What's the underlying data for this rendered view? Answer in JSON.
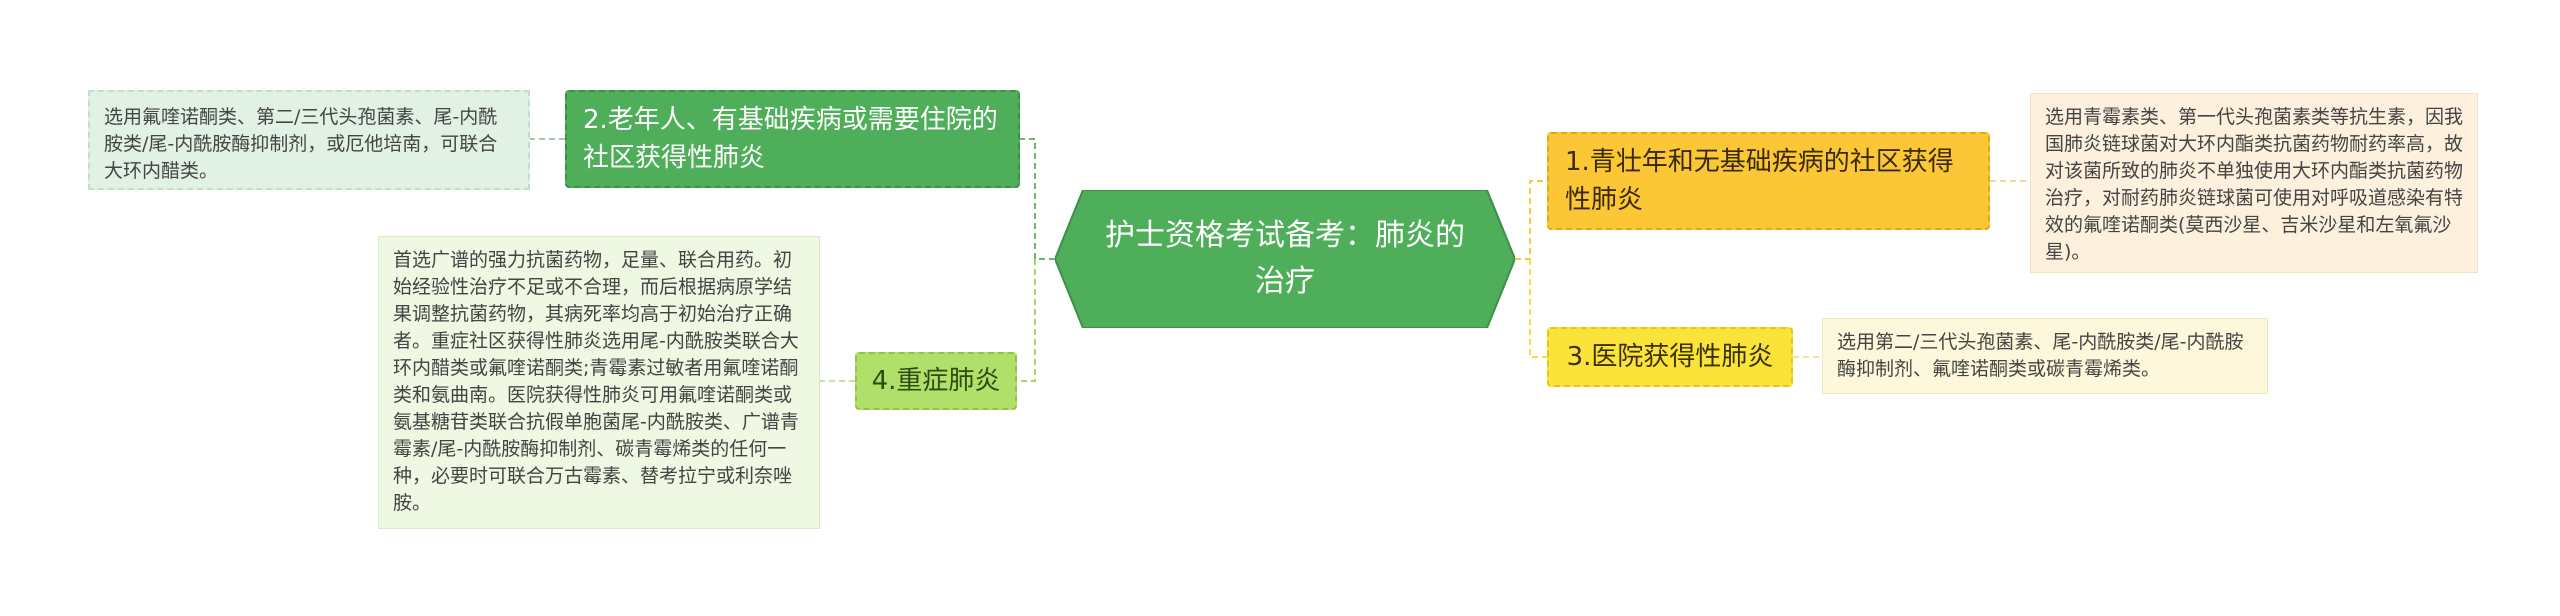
{
  "title": "护士资格考试备考：肺炎的治疗",
  "branches": {
    "community_young": {
      "label": "1.青壮年和无基础疾病的社区获得性肺炎",
      "detail": "选用青霉素类、第一代头孢菌素类等抗生素，因我国肺炎链球菌对大环内酯类抗菌药物耐药率高，故对该菌所致的肺炎不单独使用大环内酯类抗菌药物治疗，对耐药肺炎链球菌可使用对呼吸道感染有特效的氟喹诺酮类(莫西沙星、吉米沙星和左氧氟沙星)。"
    },
    "elderly": {
      "label": "2.老年人、有基础疾病或需要住院的社区获得性肺炎",
      "detail": "选用氟喹诺酮类、第二/三代头孢菌素、尾-内酰胺类/尾-内酰胺酶抑制剂，或厄他培南，可联合大环内醋类。"
    },
    "hospital": {
      "label": "3.医院获得性肺炎",
      "detail": "选用第二/三代头孢菌素、尾-内酰胺类/尾-内酰胺酶抑制剂、氟喹诺酮类或碳青霉烯类。"
    },
    "severe": {
      "label": "4.重症肺炎",
      "detail": "首选广谱的强力抗菌药物，足量、联合用药。初始经验性治疗不足或不合理，而后根据病原学结果调整抗菌药物，其病死率均高于初始治疗正确者。重症社区获得性肺炎选用尾-内酰胺类联合大环内醋类或氟喹诺酮类;青霉素过敏者用氟喹诺酮类和氨曲南。医院获得性肺炎可用氟喹诺酮类或氨基糖苷类联合抗假单胞菌尾-内酰胺类、广谱青霉素/尾-内酰胺酶抑制剂、碳青霉烯类的任何一种，必要时可联合万古霉素、替考拉宁或利奈唑胺。"
    }
  },
  "colors": {
    "root": "#4fae59",
    "elderly": "#4fae59",
    "severe": "#b0e06a",
    "community_young": "#fbc737",
    "hospital": "#fbe33a",
    "line_left": "#6bb86f",
    "line_severe": "#a9d86a",
    "line_right": "#f6cc3a"
  }
}
